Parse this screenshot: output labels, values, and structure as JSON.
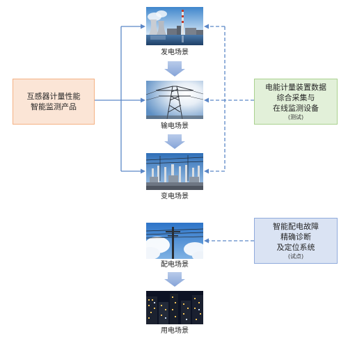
{
  "colors": {
    "connector": "#5b87c7",
    "flow_arrow": "#9db5e0",
    "left_box_fill": "#fbe5d6",
    "left_box_border": "#f4b183",
    "right_box_1_fill": "#e2f0d9",
    "right_box_1_border": "#a9d18e",
    "right_box_2_fill": "#dae3f3",
    "right_box_2_border": "#8faadc"
  },
  "scenes": [
    {
      "label": "发电场景",
      "image": "power-plant"
    },
    {
      "label": "输电场景",
      "image": "transmission-tower"
    },
    {
      "label": "变电场景",
      "image": "substation"
    },
    {
      "label": "配电场景",
      "image": "distribution-pole"
    },
    {
      "label": "用电场景",
      "image": "night-city"
    }
  ],
  "left_box": {
    "lines": [
      "互感器计量性能",
      "智能监测产品"
    ]
  },
  "right_box_1": {
    "lines": [
      "电能计量装置数据",
      "综合采集与",
      "在线监测设备"
    ],
    "note": "(测试)"
  },
  "right_box_2": {
    "lines": [
      "智能配电故障",
      "精确诊断",
      "及定位系统"
    ],
    "note": "(试点)"
  }
}
